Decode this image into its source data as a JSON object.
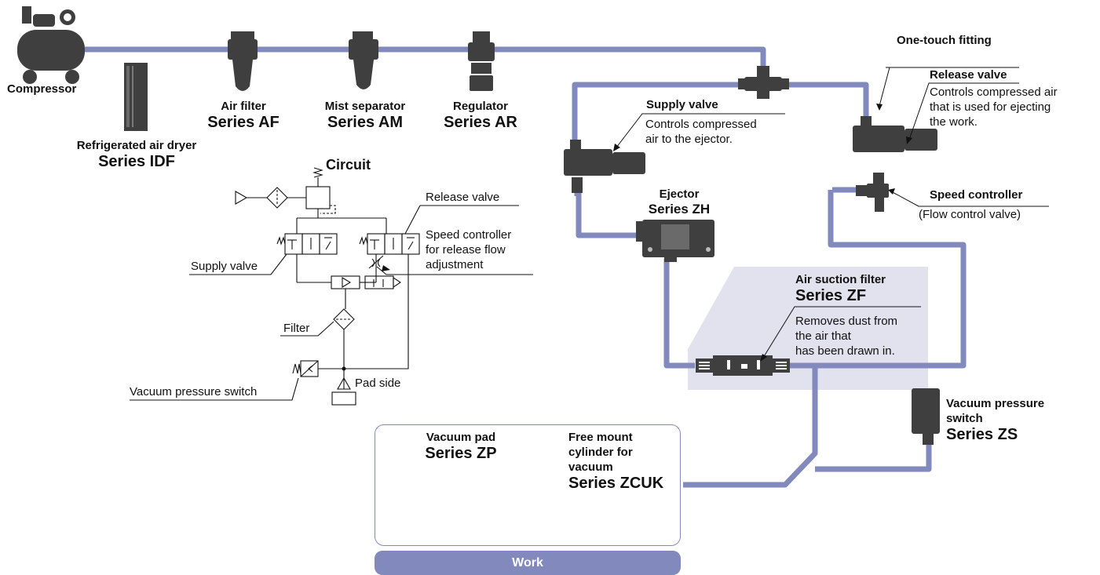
{
  "components": {
    "compressor": "Compressor",
    "dryer_name": "Refrigerated air dryer",
    "dryer_series": "Series IDF",
    "airfilter_name": "Air filter",
    "airfilter_series": "Series AF",
    "mist_name": "Mist separator",
    "mist_series": "Series AM",
    "regulator_name": "Regulator",
    "regulator_series": "Series AR",
    "onetouch": "One-touch fitting",
    "release_title": "Release valve",
    "release_desc": [
      "Controls compressed air",
      "that is used for ejecting",
      "the work."
    ],
    "supply_title": "Supply valve",
    "supply_desc": [
      "Controls compressed",
      "air to the ejector."
    ],
    "ejector_name": "Ejector",
    "ejector_series": "Series ZH",
    "speed_title": "Speed controller",
    "speed_sub": "(Flow control valve)",
    "suction_name": "Air suction filter",
    "suction_series": "Series ZF",
    "suction_desc": [
      "Removes dust from",
      "the air that",
      "has been drawn in."
    ],
    "vps_name": [
      "Vacuum pressure",
      "switch"
    ],
    "vps_series": "Series ZS",
    "pad_name": "Vacuum pad",
    "pad_series": "Series ZP",
    "fmc_name": [
      "Free mount",
      "cylinder for",
      "vacuum"
    ],
    "fmc_series": "Series ZCUK",
    "work": "Work"
  },
  "circuit": {
    "title": "Circuit",
    "release_valve": "Release valve",
    "speed_controller": [
      "Speed controller",
      "for release flow",
      "adjustment"
    ],
    "supply_valve": "Supply valve",
    "filter": "Filter",
    "vacuum_switch": "Vacuum pressure switch",
    "pad_side": "Pad side"
  },
  "colors": {
    "pipe": "#8289bd",
    "highlight": "#e2e2ee",
    "device": "#3f3f3f",
    "work_bar": "#8289bd"
  }
}
